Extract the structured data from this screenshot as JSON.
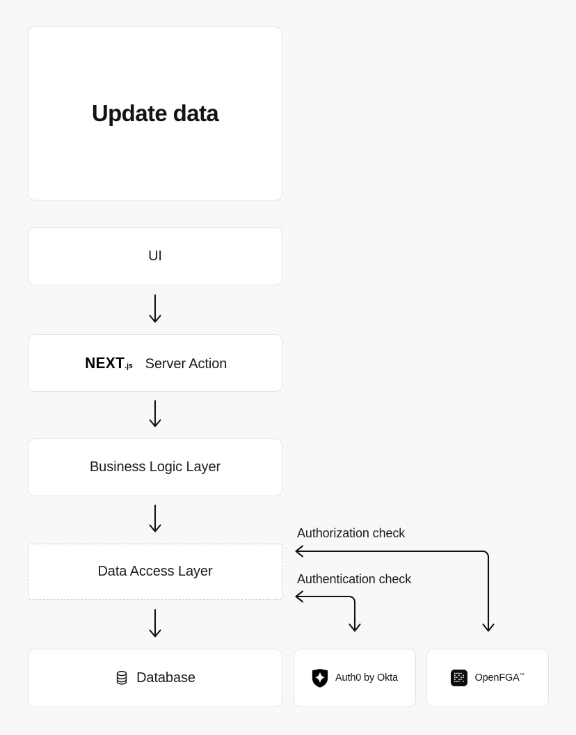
{
  "diagram": {
    "title": "Update data",
    "background_color": "#f8f8f8",
    "card_background": "#ffffff",
    "border_color": "#e3e3e3",
    "dashed_border_color": "#c9c9c9",
    "text_color": "#131313",
    "connector_color": "#121212"
  },
  "nodes": {
    "ui": {
      "label": "UI"
    },
    "server_action": {
      "logo_text": "NEXT",
      "logo_suffix": ".js",
      "label": "Server Action"
    },
    "business_logic": {
      "label": "Business Logic Layer"
    },
    "data_access": {
      "label": "Data Access Layer",
      "border_style": "dashed"
    },
    "database": {
      "label": "Database",
      "icon": "database-icon"
    },
    "auth0": {
      "label": "Auth0 by Okta",
      "icon": "auth0-shield-icon"
    },
    "openfga": {
      "label": "OpenFGA",
      "trademark": "™",
      "icon": "openfga-dotmatrix-icon"
    }
  },
  "edges": [
    {
      "name": "ui-to-server-action",
      "from": "ui",
      "to": "server_action",
      "style": "arrow-down",
      "label": ""
    },
    {
      "name": "server-action-to-business-logic",
      "from": "server_action",
      "to": "business_logic",
      "style": "arrow-down",
      "label": ""
    },
    {
      "name": "business-logic-to-data-access",
      "from": "business_logic",
      "to": "data_access",
      "style": "arrow-down",
      "label": ""
    },
    {
      "name": "data-access-to-database",
      "from": "data_access",
      "to": "database",
      "style": "arrow-down",
      "label": ""
    },
    {
      "name": "authorization-check",
      "from": "data_access",
      "to": "openfga",
      "style": "elbow-double-arrow",
      "label": "Authorization check"
    },
    {
      "name": "authentication-check",
      "from": "data_access",
      "to": "auth0",
      "style": "elbow-double-arrow",
      "label": "Authentication check"
    }
  ]
}
